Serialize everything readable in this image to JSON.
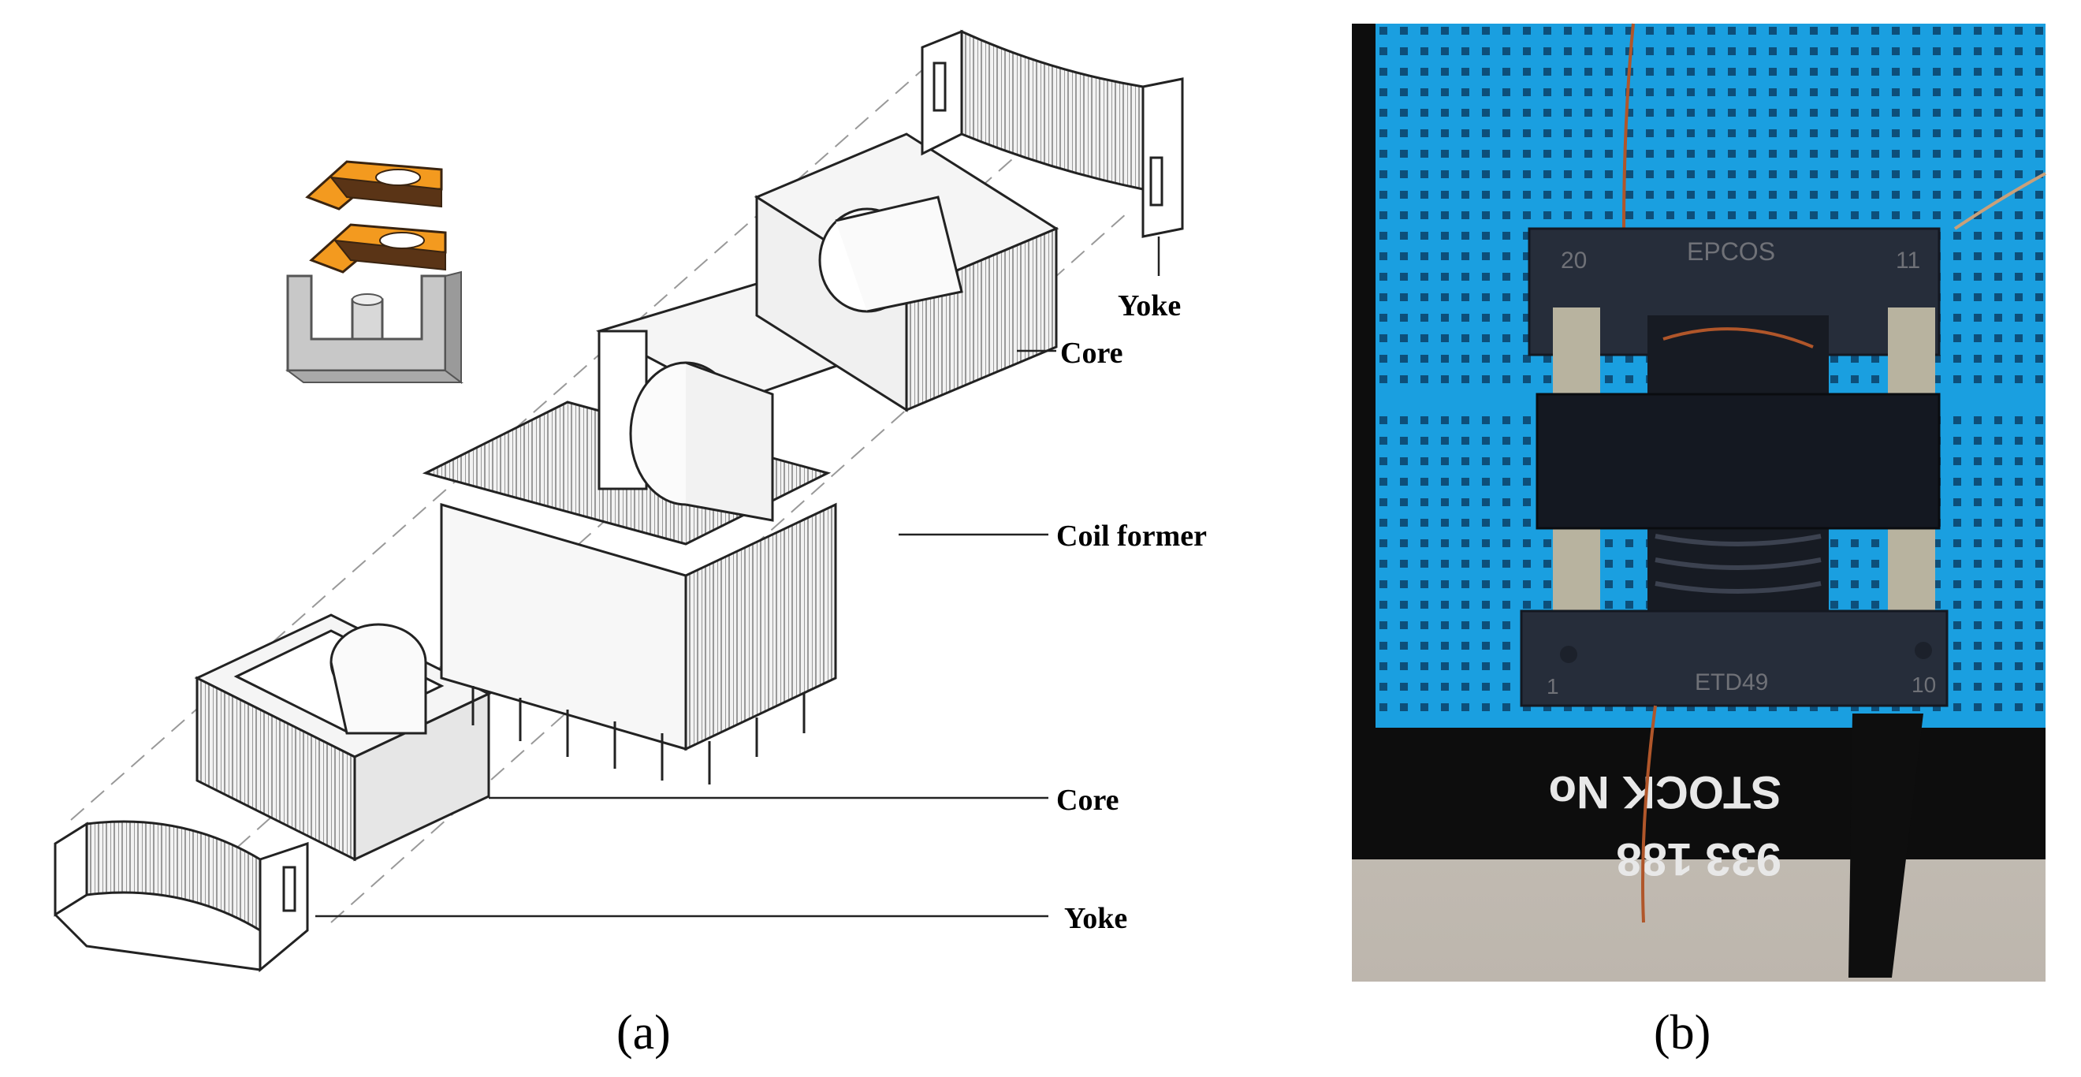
{
  "labels": {
    "yoke_top": "Yoke",
    "core_top": "Core",
    "coil_former": "Coil former",
    "core_bottom": "Core",
    "yoke_bottom": "Yoke"
  },
  "panels": {
    "a_label": "(a)",
    "b_label": "(b)"
  },
  "photo_text": {
    "brand": "EPCOS",
    "pin_top_left": "20",
    "pin_top_right": "11",
    "pin_bottom_left": "1",
    "pin_bottom_right": "10",
    "part_code": "ETD49",
    "stock_text": "STOCK No",
    "serial": "933 188"
  },
  "colors": {
    "breadboard_blue": "#1a9fe0",
    "core_dark": "#2a3140",
    "copper": "#b0562a",
    "inset_orange": "#f39a1f",
    "inset_gray": "#c8c8c8"
  },
  "icons": {
    "inset": "transformer-core-icon"
  }
}
